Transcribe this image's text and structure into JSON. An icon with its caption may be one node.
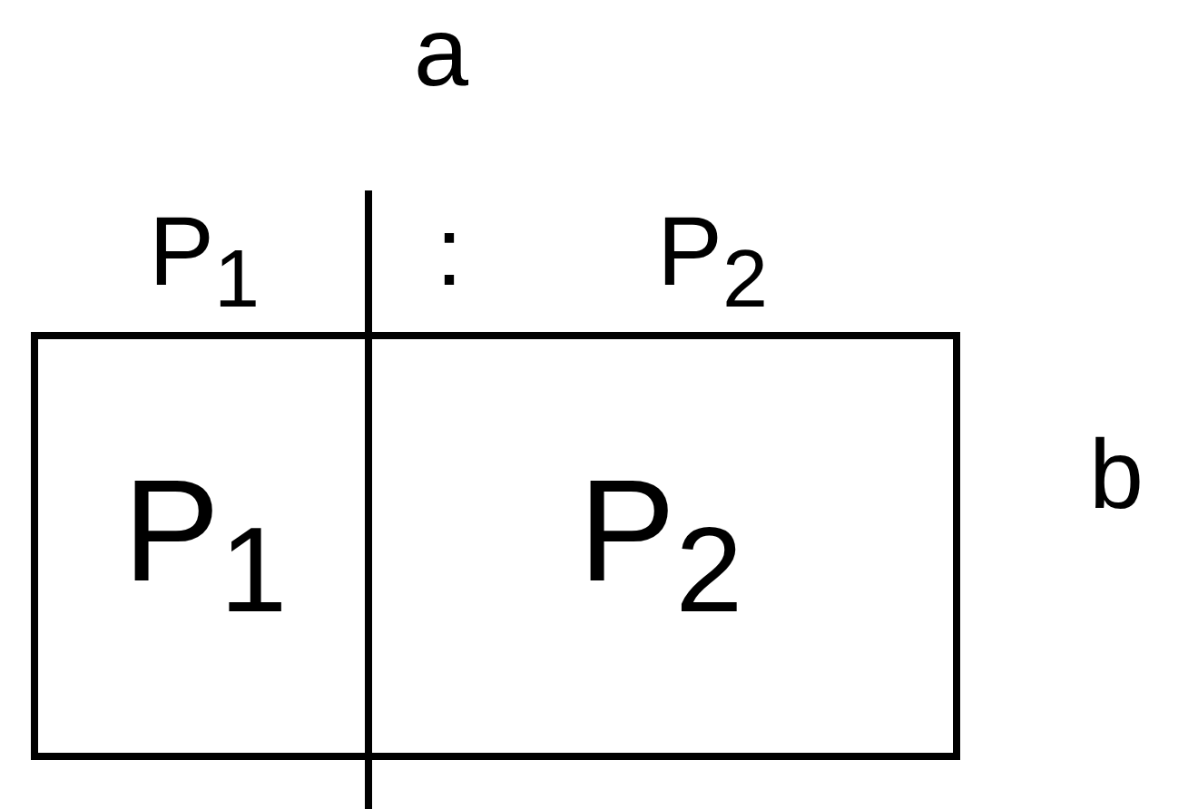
{
  "diagram": {
    "nodes": [
      {
        "text": [
          "P$_{1}$"
        ]
      },
      {
        "text": [
          "P$_{2}$"
        ]
      }
    ],
    "labels": [
      "a",
      "P$_{1}$",
      ":",
      "P$_{2}$",
      "b"
    ]
  }
}
